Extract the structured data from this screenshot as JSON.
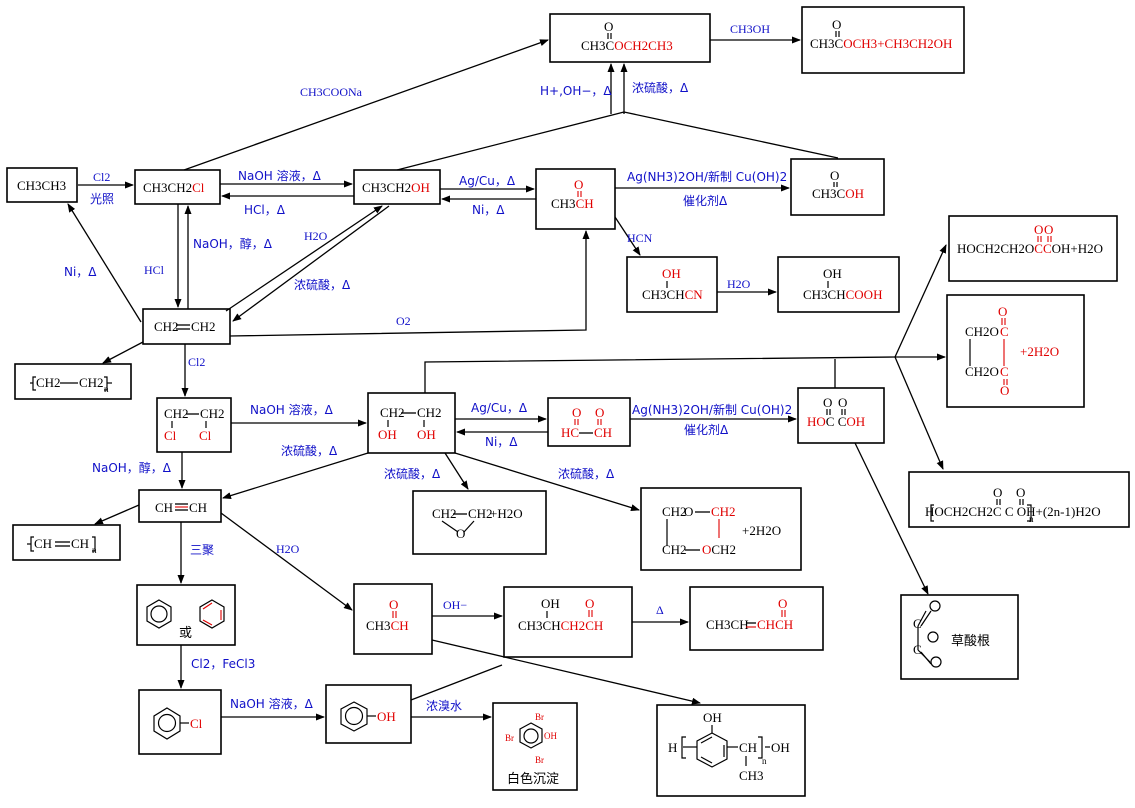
{
  "compounds": {
    "ethane": "CH3CH3",
    "chloroethane": [
      "CH3CH2",
      "Cl"
    ],
    "ethanol": [
      "CH3CH2",
      "OH"
    ],
    "acetaldehyde": [
      "CH3",
      "CH",
      "O"
    ],
    "acetic_acid": [
      "CH3C",
      "OH",
      "O"
    ],
    "ethyl_acetate": [
      "CH3C",
      "OCH2CH3",
      "O"
    ],
    "transester": [
      "CH3C",
      "OCH3",
      "+CH3CH2OH",
      "O"
    ],
    "cyanohydrin": [
      "OH",
      "CH3CH",
      "CN"
    ],
    "lactic_acid": [
      "OH",
      "CH3CH",
      "COOH"
    ],
    "ethylene": [
      "CH2",
      "CH2"
    ],
    "polyethylene": [
      "CH2",
      "CH2",
      "n"
    ],
    "dichloroethane": [
      "CH2",
      "CH2",
      "Cl",
      "Cl"
    ],
    "ethylene_glycol": [
      "CH2",
      "CH2",
      "OH",
      "OH"
    ],
    "glyoxal": [
      "HC",
      "CH",
      "O",
      "O"
    ],
    "oxalic_acid": [
      "HO",
      "C",
      "C",
      "OH",
      "O",
      "O"
    ],
    "ethylene_oxide": [
      "CH2",
      "CH2",
      "+H2O",
      "O"
    ],
    "dioxane": [
      "CH2",
      "O",
      "CH2",
      "CH2",
      "OCH2",
      "+2H2O"
    ],
    "acetylene": [
      "CH",
      "CH"
    ],
    "polyacetylene": [
      "CH",
      "CH",
      "n"
    ],
    "benzene_or": "或",
    "chlorobenzene": "Cl",
    "phenol": "OH",
    "tribromophenol": [
      "Br",
      "Br",
      "Br",
      "OH"
    ],
    "white_ppt": "白色沉淀",
    "acetaldehyde2": [
      "CH3",
      "CH",
      "O"
    ],
    "aldol": [
      "OH",
      "CH3CH",
      "CH2",
      "CH",
      "O"
    ],
    "crotonaldehyde": [
      "CH3CH",
      "CH",
      "CH",
      "O"
    ],
    "phenolic_resin": [
      "OH",
      "H",
      "CH",
      "OH",
      "CH3",
      "n"
    ],
    "ester_chain": [
      "HOCH2CH2O",
      "C",
      "C",
      "OH+H2O",
      "O",
      "O"
    ],
    "cyclic_ester": [
      "CH2O",
      "CH2O",
      "C",
      "C",
      "O",
      "O",
      "+2H2O"
    ],
    "polyester": [
      "H",
      "OCH2CH2C",
      "C",
      "OH+(2n-1)H2O",
      "n",
      "O",
      "O"
    ],
    "oxalate": "草酸根"
  },
  "conditions": {
    "cl2": "Cl2",
    "light": "光照",
    "naoh_aq": "NaOH 溶液，Δ",
    "hcl_delta": "HCl，Δ",
    "agcu": "Ag/Cu，Δ",
    "ni": "Ni，Δ",
    "tollens": "Ag(NH3)2OH/新制 Cu(OH)2",
    "catalyst": "催化剂Δ",
    "ch3coona": "CH3COONa",
    "h_oh": "H+,OH−，Δ",
    "h2so4": "浓硫酸，Δ",
    "ch3oh": "CH3OH",
    "naoh_alc": "NaOH，醇，Δ",
    "hcl": "HCl",
    "h2o": "H2O",
    "ni_delta": "Ni，Δ",
    "o2": "O2",
    "hcn": "HCN",
    "cl2_b": "Cl2",
    "naoh_aq2": "NaOH 溶液，Δ",
    "agcu2": "Ag/Cu，Δ",
    "ni2": "Ni，Δ",
    "tollens2": "Ag(NH3)2OH/新制 Cu(OH)2",
    "catalyst2": "催化剂Δ",
    "h2so4_b": "浓硫酸，Δ",
    "h2so4_c": "浓硫酸，Δ",
    "h2so4_d": "浓硫酸，Δ",
    "naoh_alc2": "NaOH，醇，Δ",
    "trimer": "三聚",
    "h2o_b": "H2O",
    "cl2_fecl3": "Cl2，FeCl3",
    "naoh_aq3": "NaOH 溶液，Δ",
    "bromine_water": "浓溴水",
    "oh_minus": "OH−",
    "delta": "Δ",
    "h2o_c": "H2O"
  },
  "colors": {
    "accent_red": "#e00000",
    "condition_blue": "#1010c8"
  }
}
